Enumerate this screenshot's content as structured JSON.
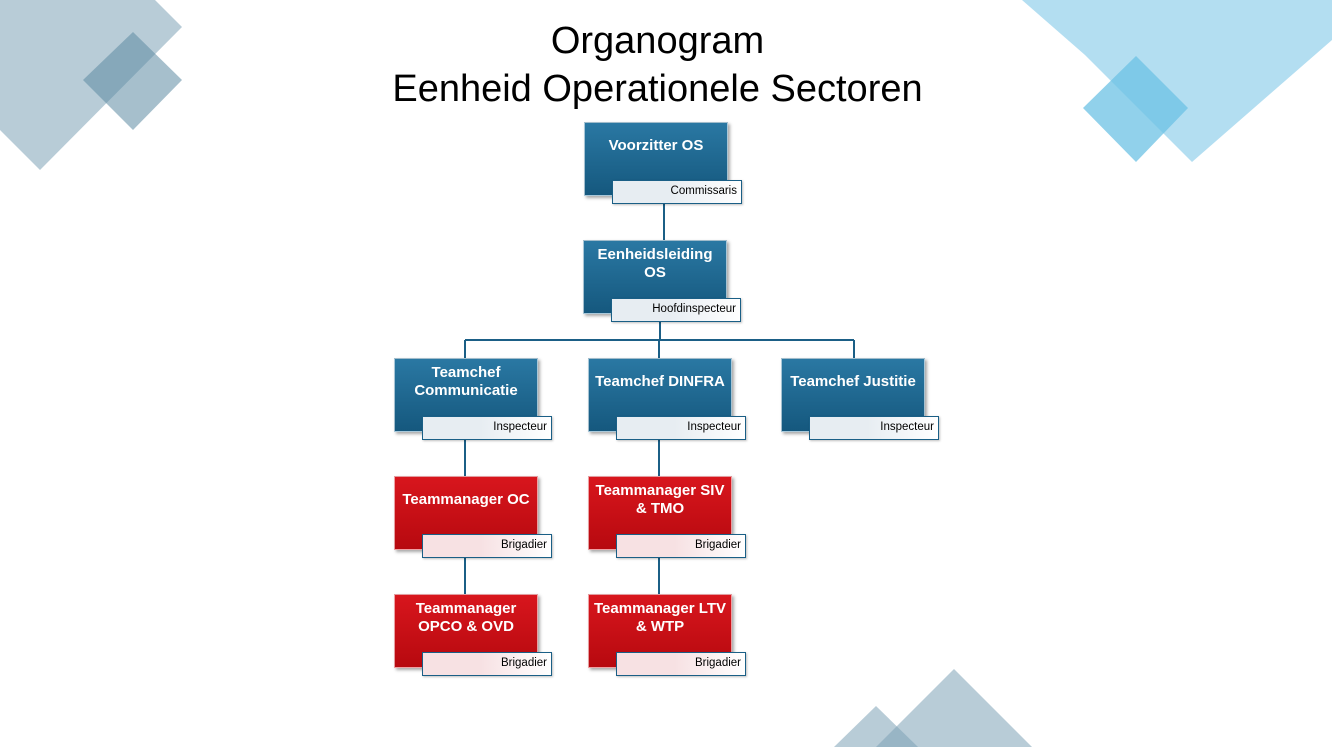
{
  "title": {
    "line1": "Organogram",
    "line2": "Eenheid Operationele Sectoren"
  },
  "nodes": {
    "voorzitter": {
      "label": "Voorzitter OS",
      "rank": "Commissaris",
      "color": "blue"
    },
    "eenheidsleiding": {
      "label": "Eenheidsleiding OS",
      "rank": "Hoofdinspecteur",
      "color": "blue"
    },
    "teamchef_comm": {
      "label": "Teamchef Communicatie",
      "rank": "Inspecteur",
      "color": "blue"
    },
    "teamchef_dinfra": {
      "label": "Teamchef DINFRA",
      "rank": "Inspecteur",
      "color": "blue"
    },
    "teamchef_justitie": {
      "label": "Teamchef Justitie",
      "rank": "Inspecteur",
      "color": "blue"
    },
    "tm_oc": {
      "label": "Teammanager OC",
      "rank": "Brigadier",
      "color": "red"
    },
    "tm_siv": {
      "label": "Teammanager SIV & TMO",
      "rank": "Brigadier",
      "color": "red"
    },
    "tm_opco": {
      "label": "Teammanager OPCO & OVD",
      "rank": "Brigadier",
      "color": "red"
    },
    "tm_ltv": {
      "label": "Teammanager LTV & WTP",
      "rank": "Brigadier",
      "color": "red"
    }
  },
  "colors": {
    "blue": "#1b6088",
    "red": "#c4101a",
    "deco_gray": "#7ea2b7",
    "deco_light_blue": "#7ec8e8"
  }
}
